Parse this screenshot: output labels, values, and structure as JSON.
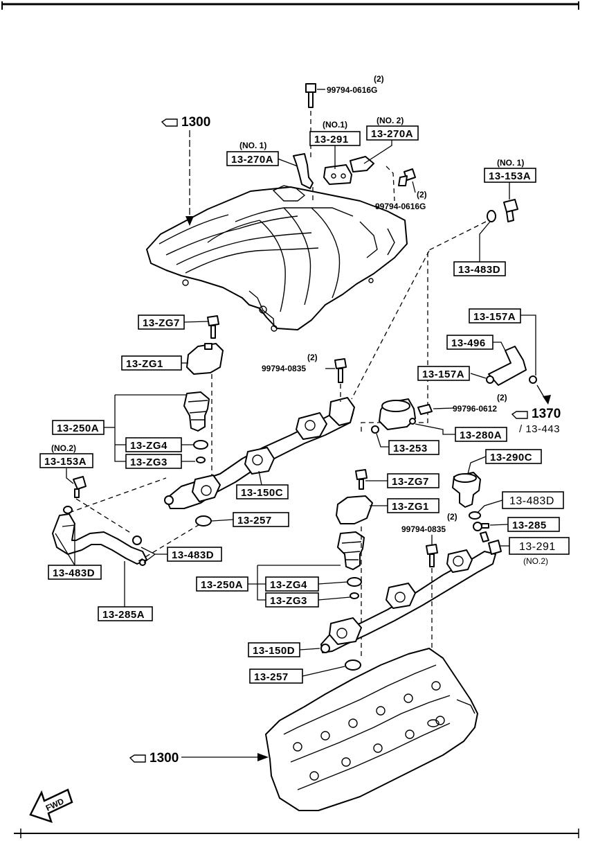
{
  "labels": {
    "ref_1300_top": "1300",
    "ref_1300_bottom": "1300",
    "ref_1370": "1370",
    "ref_13443": "/ 13-443",
    "no1_a": "(NO. 1)",
    "p_13_270A_1": "13-270A",
    "no1_b": "(NO.1)",
    "p_13_291_1": "13-291",
    "no2_a": "(NO. 2)",
    "p_13_270A_2": "13-270A",
    "qty2_a": "(2)",
    "bolt_a": "99794-0616G",
    "qty2_b": "(2)",
    "bolt_b": "99794-0616G",
    "no1_c": "(NO. 1)",
    "p_13_153A_1": "13-153A",
    "p_13_483D_1": "13-483D",
    "p_13_157A_1": "13-157A",
    "p_13_496": "13-496",
    "p_13_157A_2": "13-157A",
    "qty2_c": "(2)",
    "bolt_c": "99796-0612",
    "p_13_280A": "13-280A",
    "p_13_253": "13-253",
    "p_13_ZG7_1": "13-ZG7",
    "p_13_ZG1_1": "13-ZG1",
    "qty2_d": "(2)",
    "bolt_d": "99794-0835",
    "p_13_250A_1": "13-250A",
    "p_13_ZG4_1": "13-ZG4",
    "p_13_ZG3_1": "13-ZG3",
    "no2_b": "(NO.2)",
    "p_13_153A_2": "13-153A",
    "p_13_150C": "13-150C",
    "p_13_257_1": "13-257",
    "p_13_483D_2": "13-483D",
    "p_13_483D_3": "13-483D",
    "p_13_285A": "13-285A",
    "p_13_290C": "13-290C",
    "p_13_ZG7_2": "13-ZG7",
    "p_13_ZG1_2": "13-ZG1",
    "p_13_483D_4": "13-483D",
    "p_13_285": "13-285",
    "qty2_e": "(2)",
    "bolt_e": "99794-0835",
    "p_13_291_2": "13-291",
    "no2_c": "(NO.2)",
    "p_13_250A_2": "13-250A",
    "p_13_ZG4_2": "13-ZG4",
    "p_13_ZG3_2": "13-ZG3",
    "p_13_150D": "13-150D",
    "p_13_257_2": "13-257",
    "fwd": "FWD"
  }
}
